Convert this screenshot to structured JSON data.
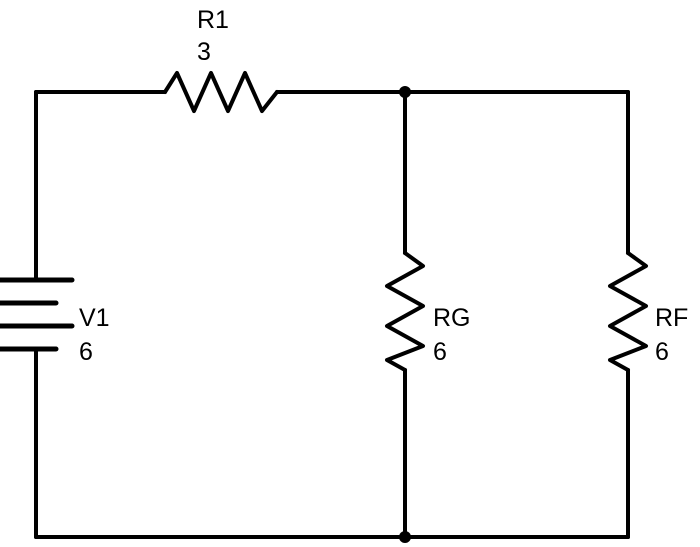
{
  "components": {
    "r1": {
      "name": "R1",
      "value": "3"
    },
    "v1": {
      "name": "V1",
      "value": "6"
    },
    "rg": {
      "name": "RG",
      "value": "6"
    },
    "rf": {
      "name": "RF",
      "value": "6"
    }
  },
  "colors": {
    "wire": "#000000",
    "background": "#ffffff"
  }
}
